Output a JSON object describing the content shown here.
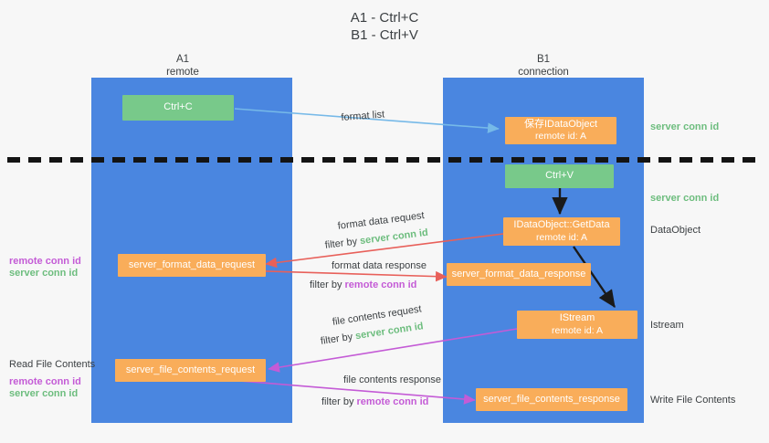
{
  "title": {
    "line1": "A1 - Ctrl+C",
    "line2": "B1 - Ctrl+V"
  },
  "colors": {
    "lane": "#4a86e0",
    "green_box": "#78c98a",
    "orange_box": "#f9ad5a",
    "server_conn_id": "#6dbd7e",
    "remote_conn_id": "#c45bd6",
    "format_list_arrow": "#76b9e8",
    "format_data_arrow": "#e8605a",
    "file_contents_arrow": "#c45bd6",
    "internal_arrow": "#1a1a1a",
    "divider": "#141414",
    "background": "#f7f7f7"
  },
  "lanes": [
    {
      "name": "A1",
      "sub": "remote"
    },
    {
      "name": "B1",
      "sub": "connection"
    }
  ],
  "nodes": {
    "ctrl_c": {
      "line1": "Ctrl+C",
      "line2": ""
    },
    "ctrl_v": {
      "line1": "Ctrl+V",
      "line2": ""
    },
    "save_idataobject": {
      "line1": "保存IDataObject",
      "line2": "remote id: A"
    },
    "getdata": {
      "line1": "IDataObject::GetData",
      "line2": "remote id: A"
    },
    "istream": {
      "line1": "IStream",
      "line2": "remote id: A"
    },
    "server_format_data_request": {
      "line1": "server_format_data_request",
      "line2": ""
    },
    "server_format_data_response": {
      "line1": "server_format_data_response",
      "line2": ""
    },
    "server_file_contents_request": {
      "line1": "server_file_contents_request",
      "line2": ""
    },
    "server_file_contents_response": {
      "line1": "server_file_contents_response",
      "line2": ""
    }
  },
  "arrow_labels": {
    "format_list": "format list",
    "format_data_request": "format data request",
    "format_data_request_filter_prefix": "filter by ",
    "format_data_request_filter_value": "server conn id",
    "format_data_response": "format data response",
    "format_data_response_filter_prefix": "filter by ",
    "format_data_response_filter_value": "remote conn id",
    "file_contents_request": "file contents request",
    "file_contents_request_filter_prefix": "filter by ",
    "file_contents_request_filter_value": "server conn id",
    "file_contents_response": "file contents response",
    "file_contents_response_filter_prefix": "filter by ",
    "file_contents_response_filter_value": "remote conn id"
  },
  "right_labels": {
    "server_conn_id_top": "server conn id",
    "server_conn_id_mid": "server conn id",
    "dataobject": "DataObject",
    "istream": "Istream",
    "write_file_contents": "Write File Contents"
  },
  "left_labels": {
    "remote_conn_id_1": "remote conn id",
    "server_conn_id_1": "server conn id",
    "read_file_contents": "Read File Contents",
    "remote_conn_id_2": "remote conn id",
    "server_conn_id_2": "server conn id"
  }
}
